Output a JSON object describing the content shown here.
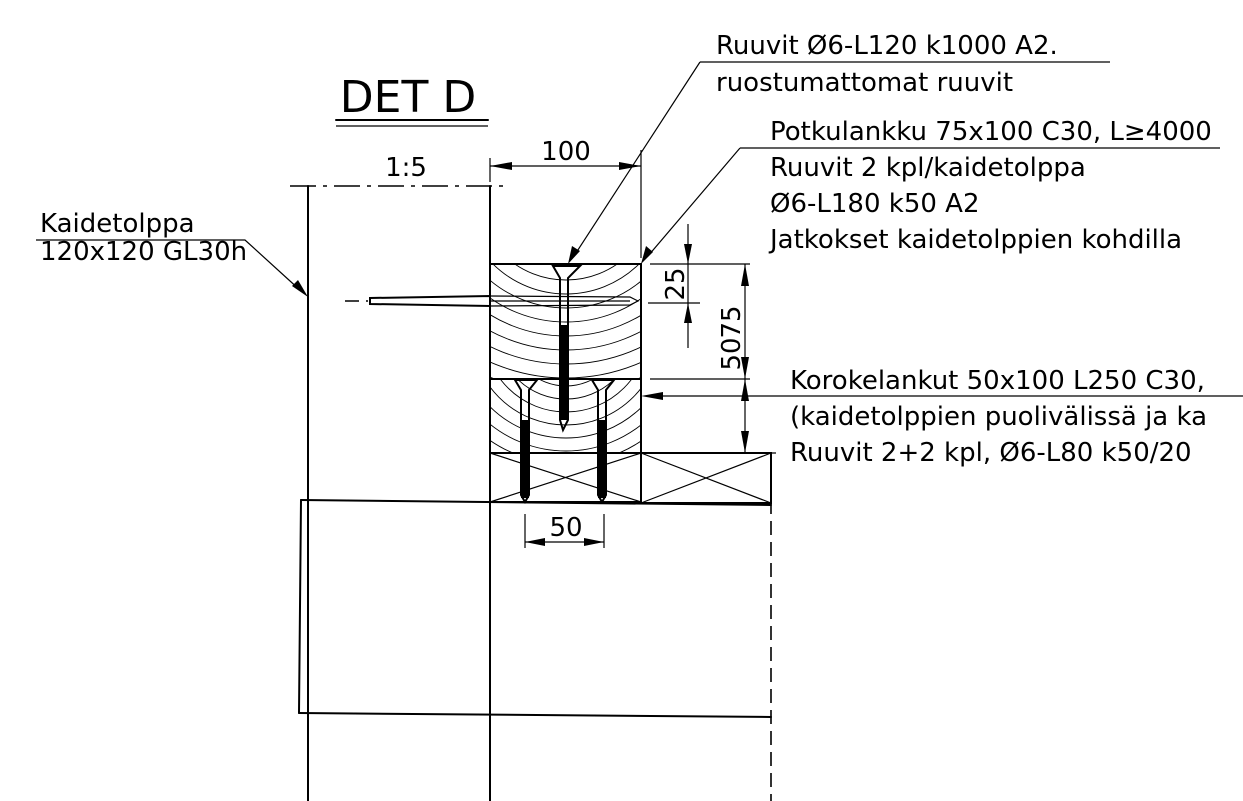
{
  "detail": {
    "title": "DET D",
    "scale": "1:5"
  },
  "labels": {
    "post_line1": "Kaidetolppa",
    "post_line2": "120x120 GL30h",
    "screws_top_line1": "Ruuvit Ø6-L120 k1000 A2.",
    "screws_top_line2": "ruostumattomat ruuvit",
    "kickboard_line1": "Potkulankku 75x100 C30, L≥4000",
    "kickboard_line2": "Ruuvit 2 kpl/kaidetolppa",
    "kickboard_line3": "Ø6-L180 k50 A2",
    "kickboard_line4": "Jatkokset kaidetolppien kohdilla",
    "riser_line1": "Korokelankut 50x100 L250 C30,",
    "riser_line2": "(kaidetolppien puolivälissä ja ka",
    "riser_line3": "Ruuvit 2+2 kpl, Ø6-L80 k50/20"
  },
  "dimensions": {
    "top_width": "100",
    "upper_screw": "25",
    "kickboard_height": "75",
    "riser_height": "50",
    "screw_spacing": "50"
  }
}
